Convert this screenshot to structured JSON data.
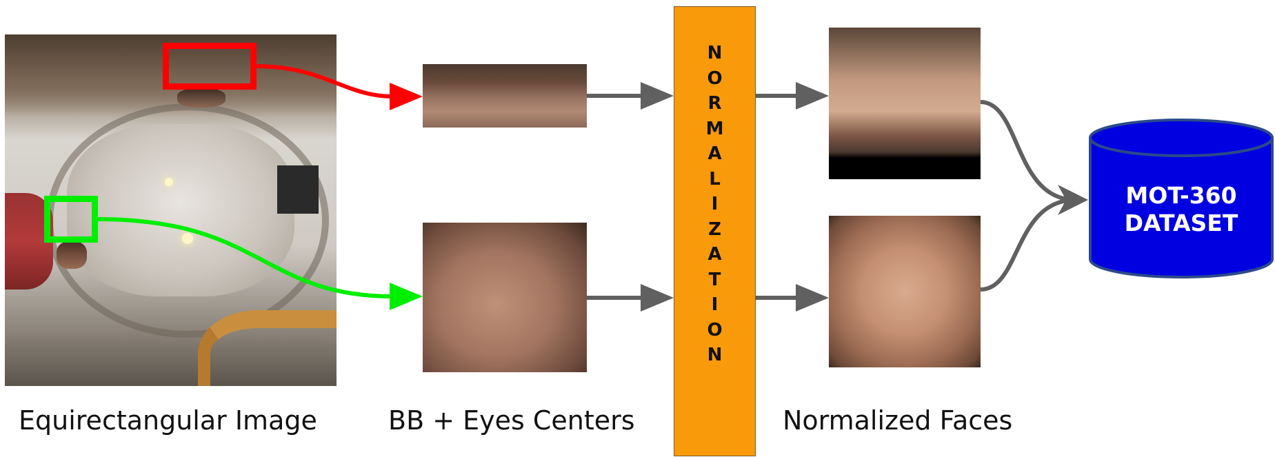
{
  "labels": {
    "equirectangular": "Equirectangular Image",
    "bb_eyes": "BB + Eyes Centers",
    "normalized_faces": "Normalized Faces"
  },
  "normalization": {
    "letters": [
      "N",
      "O",
      "R",
      "M",
      "A",
      "L",
      "I",
      "Z",
      "A",
      "T",
      "I",
      "O",
      "N"
    ]
  },
  "dataset": {
    "line1": "MOT-360",
    "line2": "DATASET"
  },
  "colors": {
    "red_box": "#ff0000",
    "green_box": "#00ee00",
    "normalization_bar": "#f89a0a",
    "dataset_fill": "#0000e0",
    "flow_arrow": "#606060"
  }
}
